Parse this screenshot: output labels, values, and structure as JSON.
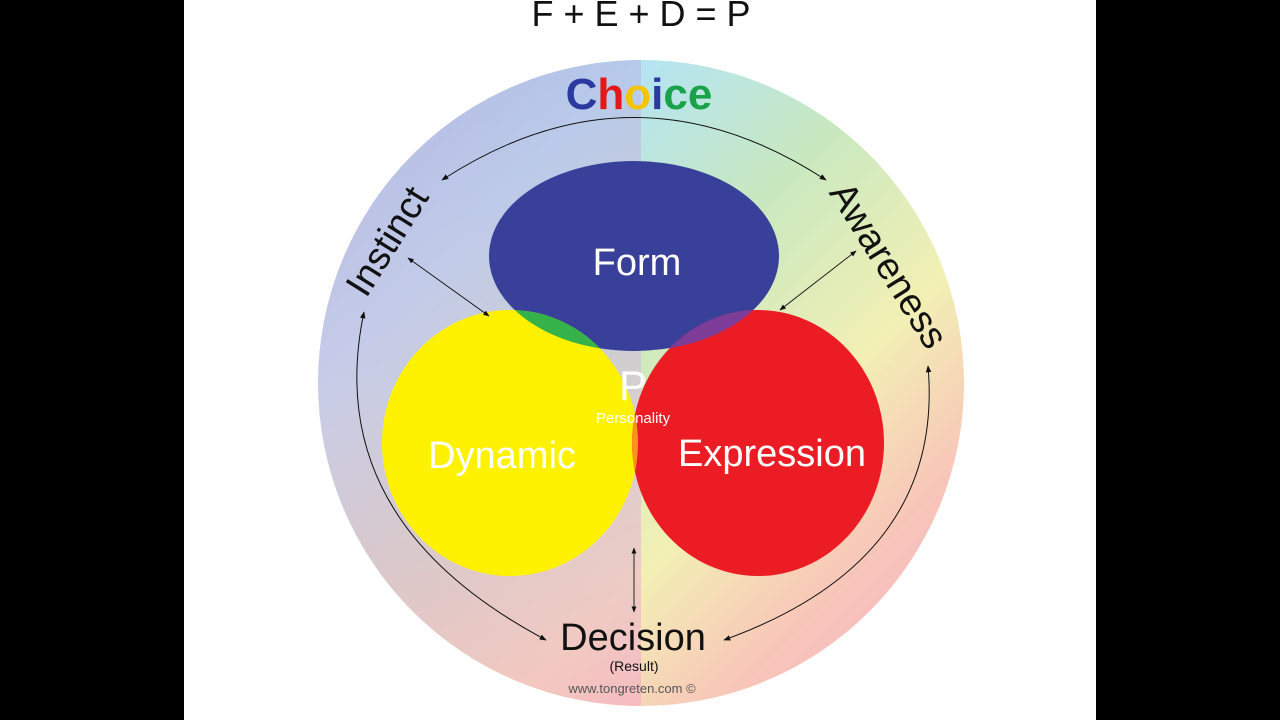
{
  "formula": "F + E + D = P",
  "choice_letters": [
    {
      "ch": "C",
      "color": "#2a3aa0"
    },
    {
      "ch": "h",
      "color": "#e6171b"
    },
    {
      "ch": "o",
      "color": "#f5c400"
    },
    {
      "ch": "i",
      "color": "#2a3aa0"
    },
    {
      "ch": "c",
      "color": "#1aa24a"
    },
    {
      "ch": "e",
      "color": "#1aa24a"
    }
  ],
  "labels": {
    "instinct": "Instinct",
    "awareness": "Awareness",
    "decision": "Decision",
    "result": "(Result)",
    "copyright": "www.tongreten.com ©"
  },
  "circles": {
    "form": {
      "label": "Form",
      "color": "#38409a"
    },
    "dynamic": {
      "label": "Dynamic",
      "color": "#fff200"
    },
    "expression": {
      "label": "Expression",
      "color": "#ec1c24"
    }
  },
  "overlaps": {
    "form_dynamic": "#36b24a",
    "form_expression": "#7c3c98",
    "dynamic_expression": "#f7941e"
  },
  "center": {
    "letter": "P",
    "label": "Personality",
    "color": "#111111"
  }
}
